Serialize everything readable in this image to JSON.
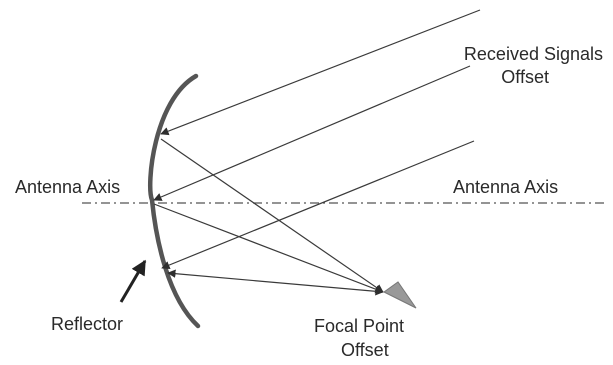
{
  "labels": {
    "received_line1": "Received Signals",
    "received_line2": "Offset",
    "antenna_axis_left": "Antenna Axis",
    "antenna_axis_right": "Antenna Axis",
    "reflector": "Reflector",
    "focal_line1": "Focal Point",
    "focal_line2": "Offset"
  },
  "colors": {
    "reflector": "#555555",
    "lines": "#3a3a3a",
    "feed_horn": "#999999",
    "text": "#2a2a2a"
  }
}
